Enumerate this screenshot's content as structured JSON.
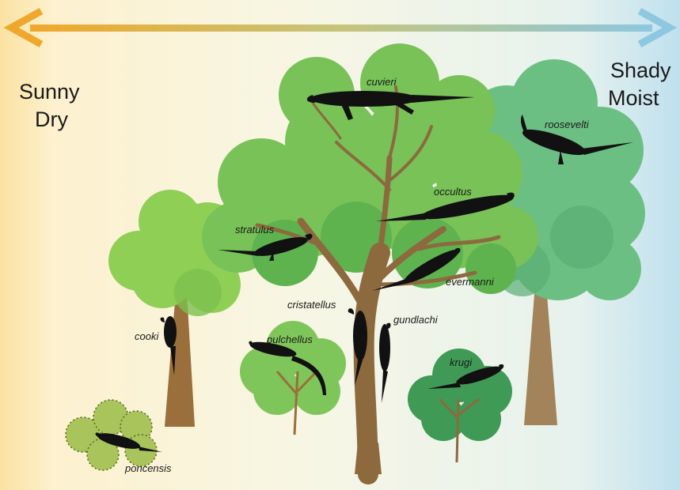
{
  "gradient_axis": {
    "left_label_line1": "Sunny",
    "left_label_line2": "Dry",
    "right_label_line1": "Shady",
    "right_label_line2": "Moist",
    "left_color": "#f0a82c",
    "right_color": "#8ec7e0"
  },
  "species": {
    "cuvieri": "cuvieri",
    "roosevelti": "roosevelti",
    "occultus": "occultus",
    "stratulus": "stratulus",
    "evermanni": "evermanni",
    "cristatellus": "cristatellus",
    "gundlachi": "gundlachi",
    "cooki": "cooki",
    "pulchellus": "pulchellus",
    "krugi": "krugi",
    "poncensis": "poncensis"
  },
  "colors": {
    "lizard": "#111111",
    "trunk": "#8c6a3e",
    "canopy_light": "#8fcf55",
    "canopy_mid": "#5fb64e",
    "canopy_dark": "#3f9a4c",
    "cactus": "#a9c45a"
  }
}
